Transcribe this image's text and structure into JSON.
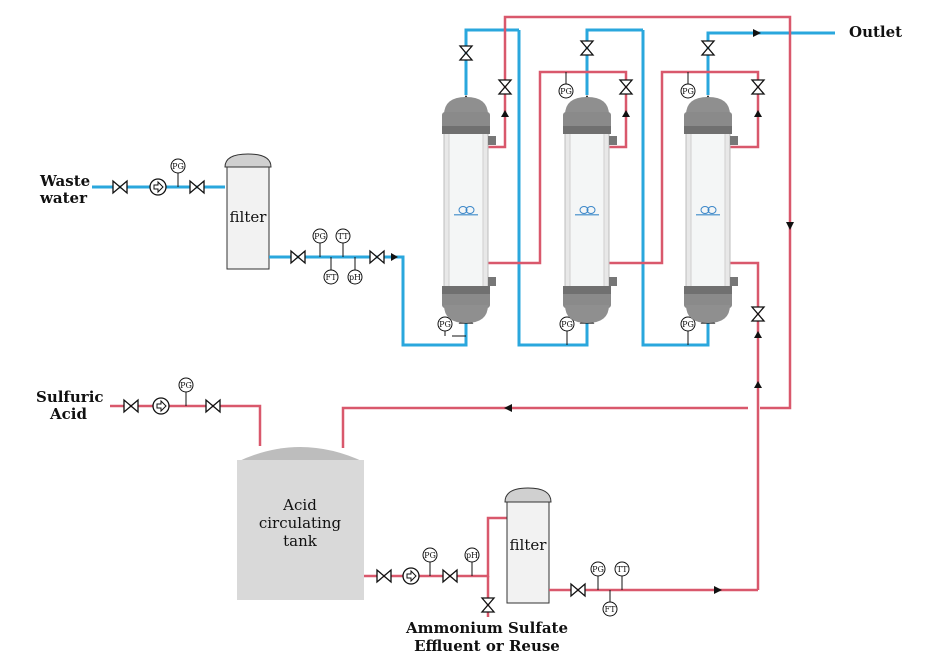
{
  "labels": {
    "waste_water_1": "Waste",
    "waste_water_2": "water",
    "sulfuric_acid_1": "Sulfuric",
    "sulfuric_acid_2": "Acid",
    "outlet": "Outlet",
    "filter_1": "filter",
    "filter_2": "filter",
    "tank_1": "Acid",
    "tank_2": "circulating",
    "tank_3": "tank",
    "effluent_1": "Ammonium Sulfate",
    "effluent_2": "Effluent or Reuse"
  },
  "instruments": {
    "pg": "PG",
    "tt": "TT",
    "ft": "FT",
    "ph": "pH"
  },
  "colors": {
    "water_line": "#2aa7dd",
    "acid_line": "#d9586c",
    "module_body": "#8f8f8f",
    "tank_fill": "#d9d9d9"
  },
  "icons": [
    "valve-icon",
    "pump-icon",
    "arrow-icon",
    "membrane-module-icon"
  ]
}
